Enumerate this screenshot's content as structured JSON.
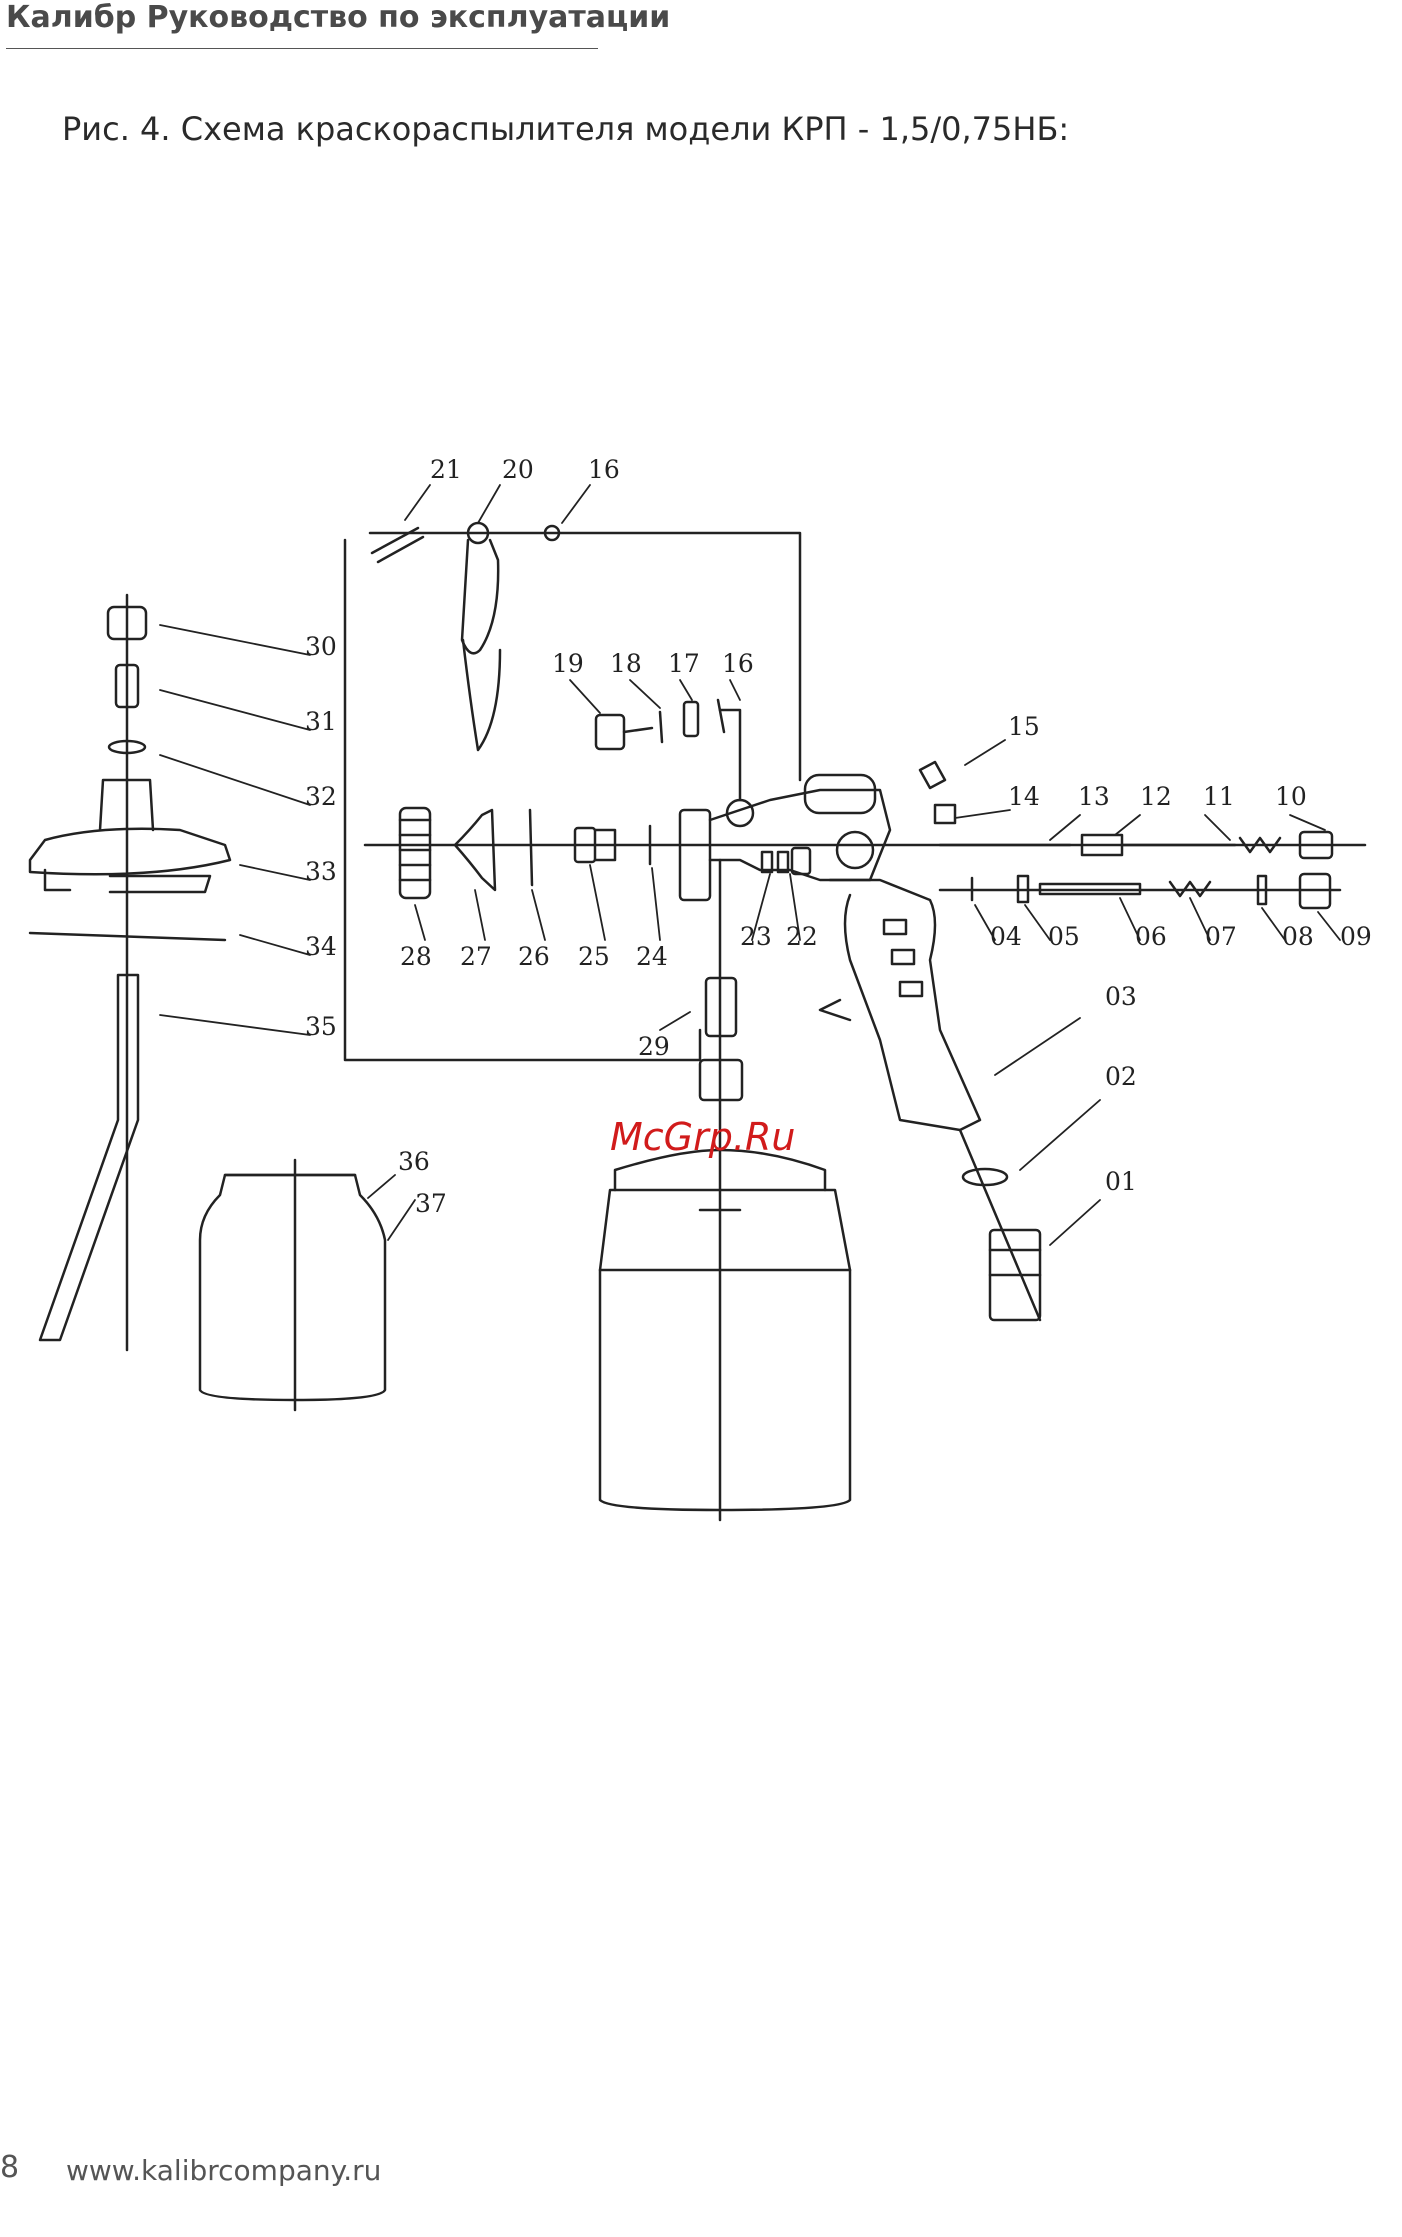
{
  "header": {
    "title": "Калибр Руководство по эксплуатации"
  },
  "caption": "Рис. 4. Схема краскораспылителя модели КРП - 1,5/0,75НБ:",
  "watermark": "McGrp.Ru",
  "parts": [
    "01",
    "02",
    "03",
    "04",
    "05",
    "06",
    "07",
    "08",
    "09",
    "10",
    "11",
    "12",
    "13",
    "14",
    "15",
    "16",
    "16",
    "17",
    "18",
    "19",
    "20",
    "21",
    "22",
    "23",
    "24",
    "25",
    "26",
    "27",
    "28",
    "29",
    "30",
    "31",
    "32",
    "33",
    "34",
    "35",
    "36",
    "37"
  ],
  "footer": {
    "page_number": "8",
    "url": "www.kalibrcompany.ru"
  },
  "colors": {
    "ink": "#231f20",
    "watermark": "#d11b1b"
  }
}
